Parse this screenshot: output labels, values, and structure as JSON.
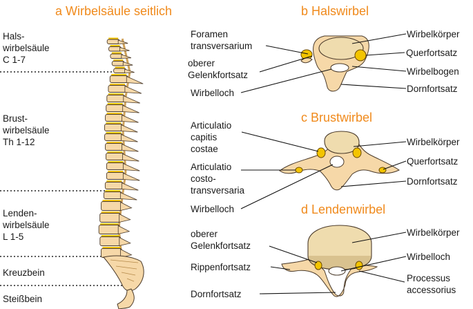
{
  "titles": {
    "a": "a Wirbelsäule seitlich",
    "b": "b Halswirbel",
    "c": "c Brustwirbel",
    "d": "d Lendenwirbel"
  },
  "regions": {
    "hals": [
      "Hals-",
      "wirbelsäule",
      "C 1-7"
    ],
    "brust": [
      "Brust-",
      "wirbelsäule",
      "Th 1-12"
    ],
    "lenden": [
      "Lenden-",
      "wirbelsäule",
      "L 1-5"
    ],
    "kreuzbein": "Kreuzbein",
    "steissbein": "Steißbein"
  },
  "halswirbel": {
    "foramen_transversarium": [
      "Foramen",
      "transversarium"
    ],
    "oberer_gelenkfortsatz": [
      "oberer",
      "Gelenkfortsatz"
    ],
    "wirbelloch": "Wirbelloch",
    "wirbelkoerper": "Wirbelkörper",
    "querfortsatz": "Querfortsatz",
    "wirbelbogen": "Wirbelbogen",
    "dornfortsatz": "Dornfortsatz"
  },
  "brustwirbel": {
    "articulatio_capitis": [
      "Articulatio",
      "capitis",
      "costae"
    ],
    "articulatio_costo": [
      "Articulatio",
      "costo-",
      "transversaria"
    ],
    "wirbelloch": "Wirbelloch",
    "wirbelkoerper": "Wirbelkörper",
    "querfortsatz": "Querfortsatz",
    "dornfortsatz": "Dornfortsatz"
  },
  "lendenwirbel": {
    "oberer_gelenkfortsatz": [
      "oberer",
      "Gelenkfortsatz"
    ],
    "rippenfortsatz": "Rippenfortsatz",
    "dornfortsatz": "Dornfortsatz",
    "wirbelkoerper": "Wirbelkörper",
    "wirbelloch": "Wirbelloch",
    "processus_accessorius": [
      "Processus",
      "accessorius"
    ]
  },
  "colors": {
    "title": "#f08a1c",
    "bone": "#f6d8a8",
    "joint": "#f3c400",
    "line": "#111111"
  }
}
